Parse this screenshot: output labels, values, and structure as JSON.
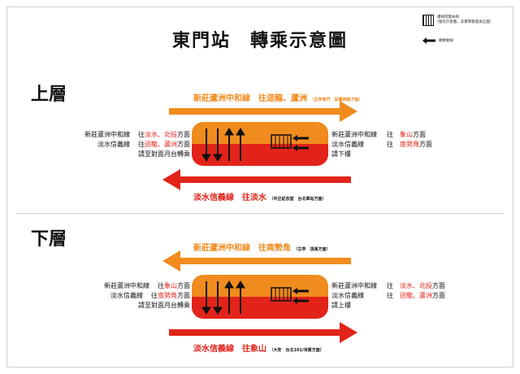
{
  "title": "東門站　轉乘示意圖",
  "legend": {
    "platform_text_1": "樓梯或電扶梯",
    "platform_text_2": "(僅為示意圖，非實際數量與位置)",
    "arrow_text": "轉乘動線"
  },
  "upper": {
    "label": "上層",
    "top_line": {
      "name": "新莊蘆洲中和線　往迴龍、蘆洲",
      "note": "（古亭東門　民權西路方面）"
    },
    "bottom_line": {
      "name": "淡水信義線　往淡水",
      "note": "（中正紀念堂　台北車站方面）"
    },
    "left_rows": [
      {
        "a": "新莊蘆洲中和線",
        "b": "往",
        "c_hl": "淡水、北投",
        "c_rest": "方面"
      },
      {
        "a": "淡水信義線",
        "b": "往",
        "c_hl": "迴龍、蘆洲",
        "c_rest": "方面"
      }
    ],
    "left_note": "請至對面月台轉乘",
    "right_rows": [
      {
        "a": "新莊蘆洲中和線",
        "b": "往",
        "c_hl": "象山",
        "c_rest": "方面"
      },
      {
        "a": "淡水信義線",
        "b": "往",
        "c_hl": "南勢角",
        "c_rest": "方面"
      }
    ],
    "right_note": "請下樓"
  },
  "lower": {
    "label": "下層",
    "top_line": {
      "name": "新莊蘆洲中和線　往南勢角",
      "note": "（古亭　頂溪方面）"
    },
    "bottom_line": {
      "name": "淡水信義線　往象山",
      "note": "（大安　台北101/世貿方面）"
    },
    "left_rows": [
      {
        "a": "新莊蘆洲中和線",
        "b": "往",
        "c_hl": "象山",
        "c_rest": "方面"
      },
      {
        "a": "淡水信義線",
        "b": "往",
        "c_hl": "南勢角",
        "c_rest": "方面"
      }
    ],
    "left_note": "請至對面月台轉乘",
    "right_rows": [
      {
        "a": "新莊蘆洲中和線",
        "b": "往",
        "c_hl": "淡水、北投",
        "c_rest": "方面"
      },
      {
        "a": "淡水信義線",
        "b": "往",
        "c_hl": "迴龍、蘆洲",
        "c_rest": "方面"
      }
    ],
    "right_note": "請上樓"
  },
  "colors": {
    "orange": "#f08b1d",
    "red": "#e2231a",
    "black": "#111111"
  }
}
